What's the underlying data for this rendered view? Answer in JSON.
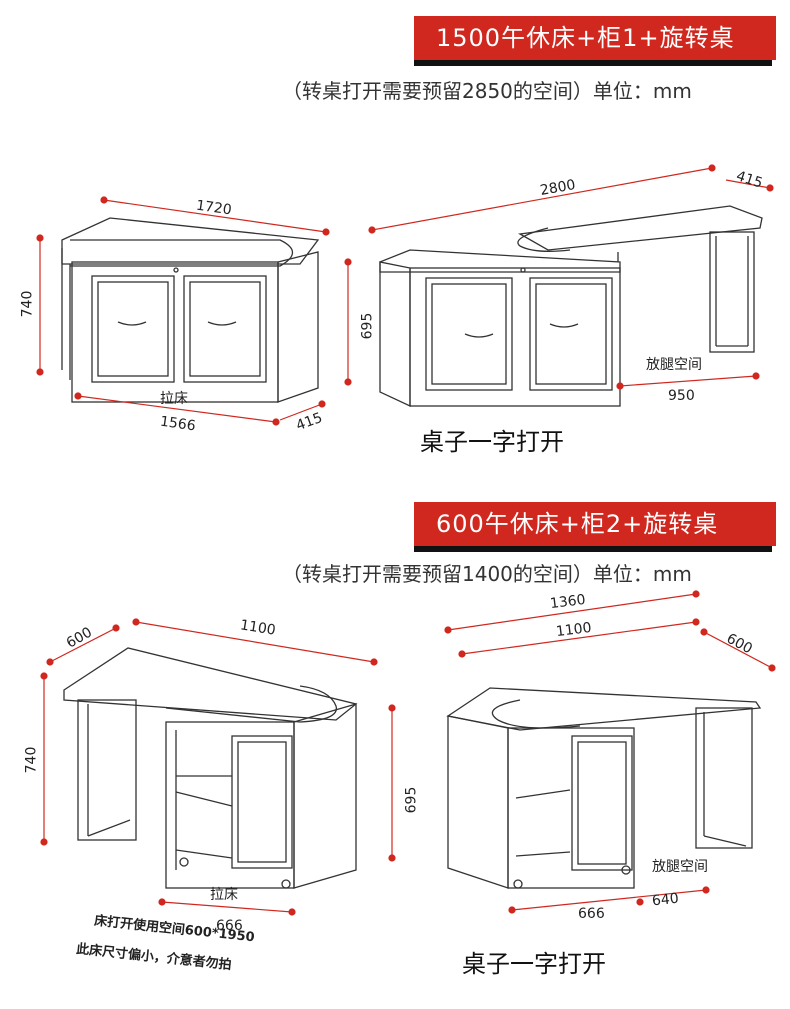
{
  "section1": {
    "title": "1500午休床+柜1+旋转桌",
    "note": "（转桌打开需要预留2850的空间）单位：mm",
    "dims": {
      "width_top": "1720",
      "height_left": "740",
      "bed_label": "拉床",
      "bottom_len": "1566",
      "depth": "415",
      "open_len": "2800",
      "open_depth": "415",
      "height_right": "695",
      "leg_space": "放腿空间",
      "leg_len": "950"
    },
    "caption": "桌子一字打开"
  },
  "section2": {
    "title": "600午休床+柜2+旋转桌",
    "note": "（转桌打开需要预留1400的空间）单位：mm",
    "dims": {
      "depth_left": "600",
      "width_top": "1100",
      "height_left": "740",
      "height_mid": "695",
      "bed_label": "拉床",
      "bottom_len": "666",
      "open_total": "1360",
      "open_inner": "1100",
      "open_depth": "600",
      "leg_space": "放腿空间",
      "bottom_left": "666",
      "bottom_right": "640"
    },
    "caption": "桌子一字打开",
    "warning_line1": "床打开使用空间600*1950",
    "warning_line2": "此床尺寸偏小，介意者勿拍"
  },
  "colors": {
    "accent": "#d0281f",
    "dim_line": "#d0281f",
    "sketch": "#333333"
  }
}
